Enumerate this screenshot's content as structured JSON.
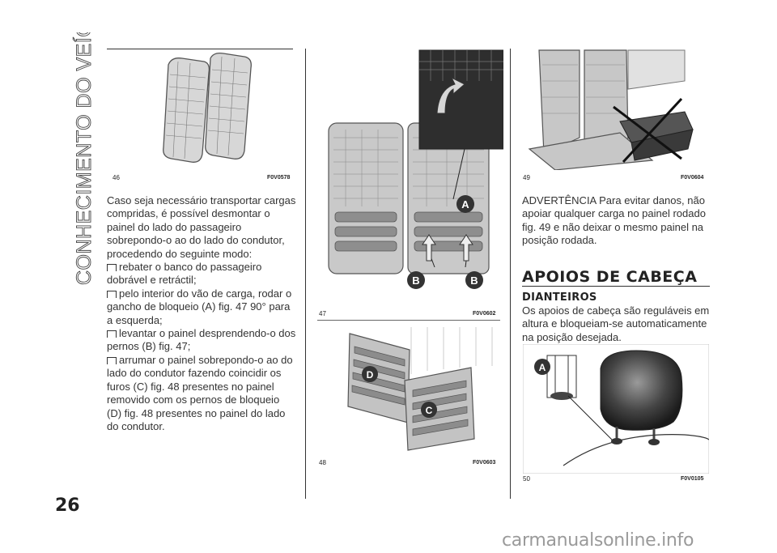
{
  "side_title": "CONHECIMENTO DO VEÍCULO",
  "page_number": "26",
  "figures": {
    "fig46": {
      "num": "46",
      "code": "F0V0578"
    },
    "fig47": {
      "num": "47",
      "code": "F0V0602",
      "labels": [
        "A",
        "B",
        "B"
      ]
    },
    "fig48": {
      "num": "48",
      "code": "F0V0603",
      "labels": [
        "D",
        "C"
      ]
    },
    "fig49": {
      "num": "49",
      "code": "F0V0604"
    },
    "fig50": {
      "num": "50",
      "code": "F0V0105",
      "labels": [
        "A"
      ]
    }
  },
  "col1": {
    "intro": "Caso seja necessário transportar cargas compridas, é possível desmontar o painel do lado do passageiro sobrepondo-o ao do lado do condutor, procedendo do seguinte modo:",
    "bullets": [
      "rebater o banco do passageiro dobrável e retráctil;",
      "pelo interior do vão de carga, rodar o gancho de bloqueio (A) fig. 47 90° para a esquerda;",
      "levantar o painel desprendendo-o dos pernos (B) fig. 47;",
      "arrumar o painel sobrepondo-o ao do lado do condutor fazendo coincidir os furos (C) fig. 48 presentes no painel removido com os pernos de bloqueio (D) fig. 48 presentes no painel do lado do condutor."
    ]
  },
  "col3": {
    "warning": "ADVERTÊNCIA Para evitar danos, não apoiar qualquer carga no painel rodado fig. 49 e não deixar o mesmo painel na posição rodada.",
    "heading": "APOIOS DE CABEÇA",
    "subheading": "DIANTEIROS",
    "body": "Os apoios de cabeça são reguláveis em altura e bloqueiam-se automaticamente na posição desejada."
  },
  "footer": "carmanualsonline.info"
}
